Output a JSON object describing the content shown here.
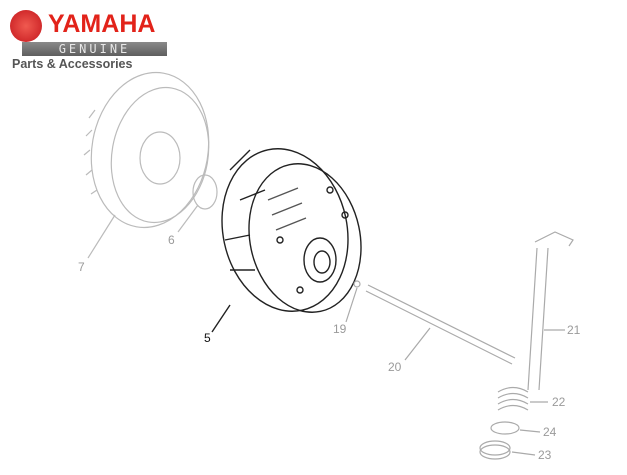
{
  "logo": {
    "brand": "YAMAHA",
    "genuine": "GENUINE",
    "tagline": "Parts & Accessories"
  },
  "callouts": [
    "7",
    "6",
    "5",
    "19",
    "20",
    "21",
    "22",
    "24",
    "23"
  ]
}
